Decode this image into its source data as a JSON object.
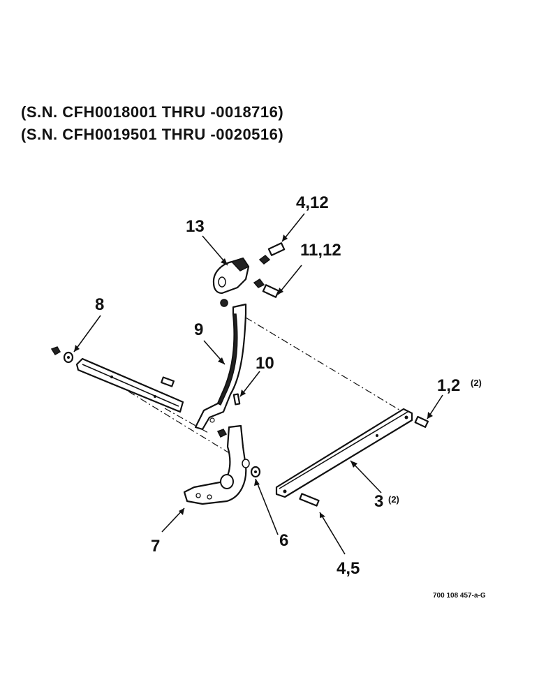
{
  "header": {
    "serial_line_1": "(S.N. CFH0018001 THRU -0018716)",
    "serial_line_2": "(S.N. CFH0019501 THRU -0020516)"
  },
  "callouts": {
    "c_4_12": "4,12",
    "c_13": "13",
    "c_11_12": "11,12",
    "c_8": "8",
    "c_9": "9",
    "c_10": "10",
    "c_1_2": "1,2",
    "c_1_2_qty": "(2)",
    "c_3": "3",
    "c_3_qty": "(2)",
    "c_7": "7",
    "c_6": "6",
    "c_4_5": "4,5"
  },
  "figure_code": "700 108 457-a-G"
}
